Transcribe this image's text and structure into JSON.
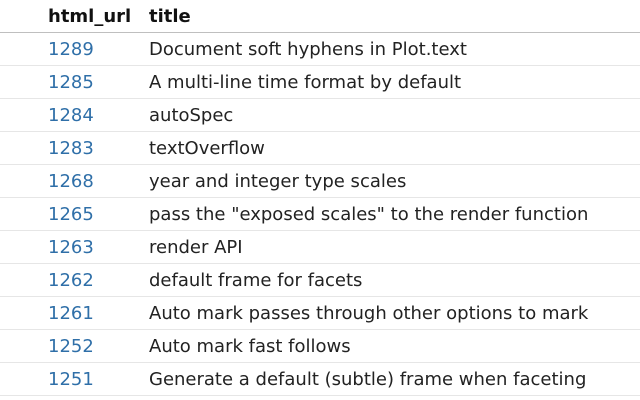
{
  "table": {
    "columns": [
      "html_url",
      "title"
    ],
    "rows": [
      {
        "url": "1289",
        "title": "Document soft hyphens in Plot.text"
      },
      {
        "url": "1285",
        "title": "A multi-line time format by default"
      },
      {
        "url": "1284",
        "title": "autoSpec"
      },
      {
        "url": "1283",
        "title": "textOverflow"
      },
      {
        "url": "1268",
        "title": "year and integer type scales"
      },
      {
        "url": "1265",
        "title": "pass the \"exposed scales\" to the render function"
      },
      {
        "url": "1263",
        "title": "render API"
      },
      {
        "url": "1262",
        "title": "default frame for facets"
      },
      {
        "url": "1261",
        "title": "Auto mark passes through other options to mark"
      },
      {
        "url": "1252",
        "title": "Auto mark fast follows"
      },
      {
        "url": "1251",
        "title": "Generate a default (subtle) frame when faceting"
      }
    ]
  },
  "colors": {
    "link": "#2f6fa8",
    "text": "#222222",
    "header_border": "#bfbfbf",
    "row_border": "#e6e6e6"
  }
}
